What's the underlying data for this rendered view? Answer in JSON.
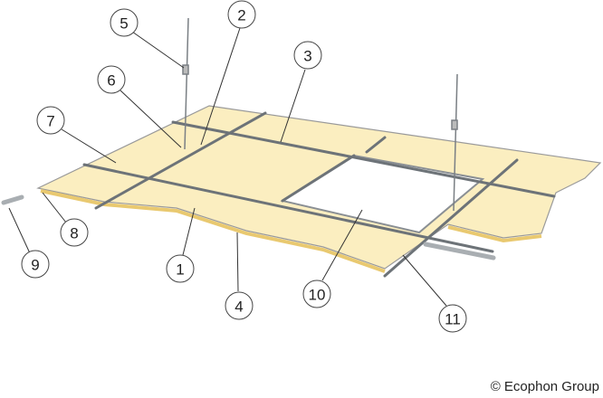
{
  "title": "Suspended ceiling system components",
  "callouts": [
    {
      "number": "1"
    },
    {
      "number": "2"
    },
    {
      "number": "3"
    },
    {
      "number": "4"
    },
    {
      "number": "5"
    },
    {
      "number": "6"
    },
    {
      "number": "7"
    },
    {
      "number": "8"
    },
    {
      "number": "9"
    },
    {
      "number": "10"
    },
    {
      "number": "11"
    }
  ],
  "copyright": "© Ecophon Group",
  "colors": {
    "panel": "#fbeec0",
    "panel_edge": "#e9c970",
    "rail": "#8a8f94",
    "opening": "#ffffff"
  }
}
